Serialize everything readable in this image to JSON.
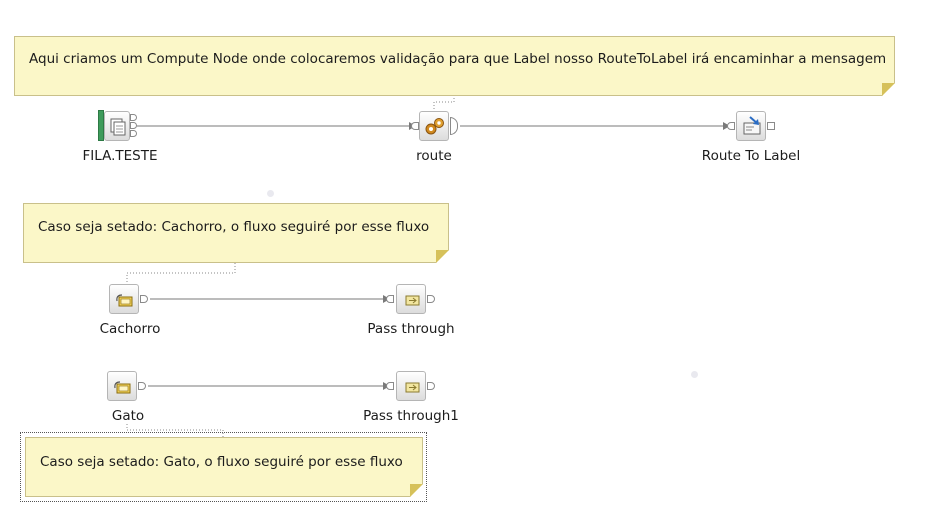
{
  "notes": {
    "top": "Aqui criamos um Compute Node onde colocaremos validação para que Label nosso RouteToLabel irá encaminhar a mensagem",
    "cachorro": "Caso seja setado: Cachorro, o fluxo seguiré por esse fluxo",
    "gato": "Caso seja setado: Gato, o fluxo seguiré por esse fluxo"
  },
  "nodes": {
    "fila": "FILA.TESTE",
    "route": "route",
    "route_to_label": "Route To Label",
    "cachorro": "Cachorro",
    "pass_through": "Pass through",
    "gato": "Gato",
    "pass_through1": "Pass through1"
  },
  "colors": {
    "note_fill": "#fbf7c8",
    "note_border": "#c9c08a",
    "wire": "#7a7a7a",
    "mq_green": "#3e9b5b"
  }
}
